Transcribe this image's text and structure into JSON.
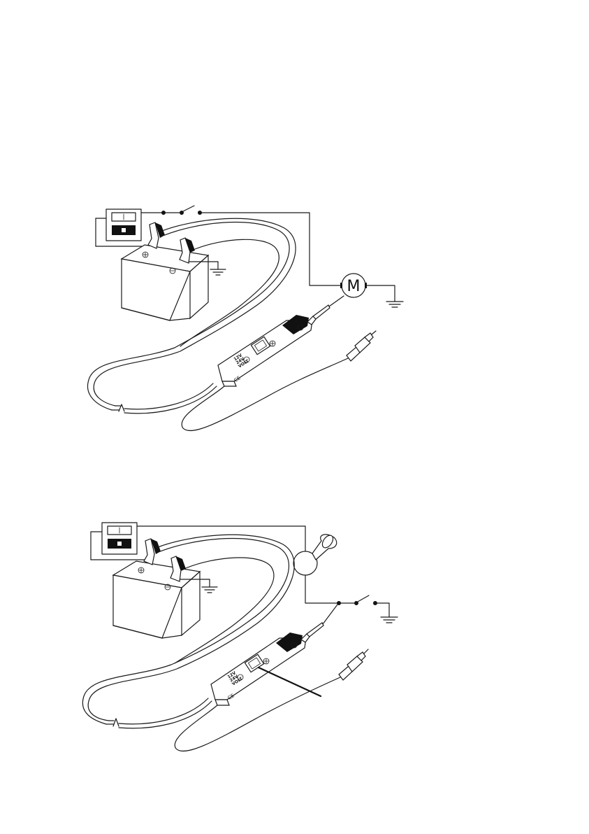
{
  "diagrams": [
    {
      "motor_label": "M",
      "tester_text": [
        "12V",
        "24V",
        "VOLT"
      ],
      "tester_mark": "CE"
    },
    {
      "tester_text": [
        "12V",
        "24V",
        "VOLT"
      ],
      "tester_mark": "CE"
    }
  ],
  "colors": {
    "line": "#1a1a1a",
    "background": "#ffffff"
  },
  "icons": [
    "battery-icon",
    "fuse-box-icon",
    "switch-icon",
    "ground-icon",
    "motor-icon",
    "horn-icon",
    "circuit-tester-icon",
    "probe-tip-icon",
    "ground-clip-icon",
    "plug-connector-icon"
  ]
}
